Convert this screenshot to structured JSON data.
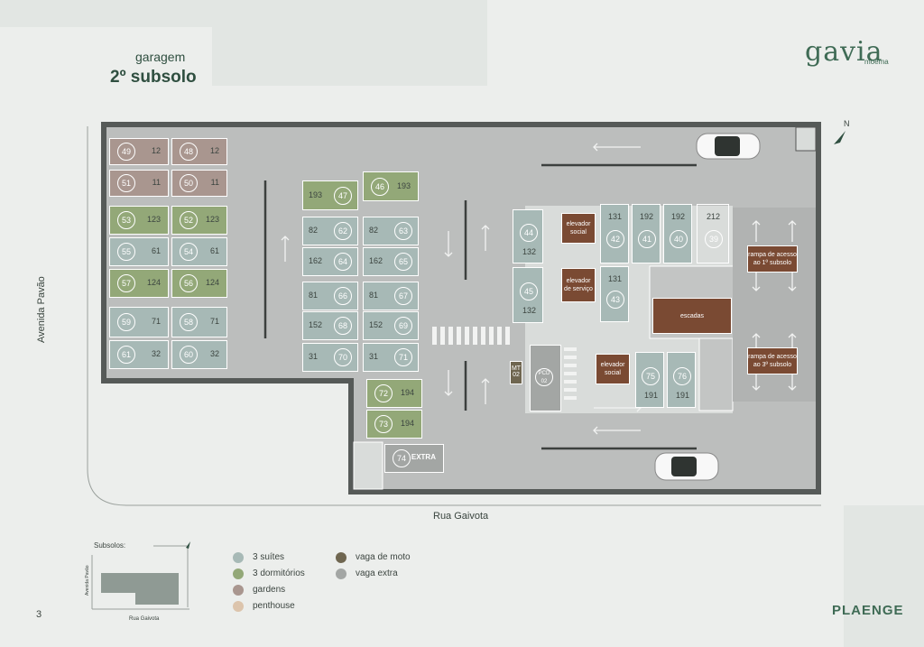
{
  "header": {
    "title_small": "garagem",
    "title_big": "2º subsolo"
  },
  "brand": {
    "logo": "gavia",
    "logo_sub": "moema",
    "company": "PLAENGE"
  },
  "streets": {
    "left": "Avenida Pavão",
    "bottom": "Rua Gaivota"
  },
  "page_number": "3",
  "colors": {
    "suite": "#a7b9b6",
    "dorm": "#93a878",
    "garden": "#a9968f",
    "penthouse": "#dcc4ac",
    "moto": "#6f6650",
    "extra": "#a3a6a4",
    "service": "#7a4a33"
  },
  "spots": [
    {
      "num": "49",
      "area": "12",
      "type": "garden"
    },
    {
      "num": "48",
      "area": "12",
      "type": "garden"
    },
    {
      "num": "51",
      "area": "11",
      "type": "garden"
    },
    {
      "num": "50",
      "area": "11",
      "type": "garden"
    },
    {
      "num": "53",
      "area": "123",
      "type": "dorm"
    },
    {
      "num": "52",
      "area": "123",
      "type": "dorm"
    },
    {
      "num": "55",
      "area": "61",
      "type": "suite"
    },
    {
      "num": "54",
      "area": "61",
      "type": "suite"
    },
    {
      "num": "57",
      "area": "124",
      "type": "dorm"
    },
    {
      "num": "56",
      "area": "124",
      "type": "dorm"
    },
    {
      "num": "59",
      "area": "71",
      "type": "suite"
    },
    {
      "num": "58",
      "area": "71",
      "type": "suite"
    },
    {
      "num": "61",
      "area": "32",
      "type": "suite"
    },
    {
      "num": "60",
      "area": "32",
      "type": "suite"
    },
    {
      "num": "47",
      "area": "193",
      "type": "dorm"
    },
    {
      "num": "46",
      "area": "193",
      "type": "dorm"
    },
    {
      "num": "62",
      "area": "82",
      "type": "suite"
    },
    {
      "num": "63",
      "area": "82",
      "type": "suite"
    },
    {
      "num": "64",
      "area": "162",
      "type": "suite"
    },
    {
      "num": "65",
      "area": "162",
      "type": "suite"
    },
    {
      "num": "66",
      "area": "81",
      "type": "suite"
    },
    {
      "num": "67",
      "area": "81",
      "type": "suite"
    },
    {
      "num": "68",
      "area": "152",
      "type": "suite"
    },
    {
      "num": "69",
      "area": "152",
      "type": "suite"
    },
    {
      "num": "70",
      "area": "31",
      "type": "suite"
    },
    {
      "num": "71",
      "area": "31",
      "type": "suite"
    },
    {
      "num": "72",
      "area": "194",
      "type": "dorm"
    },
    {
      "num": "73",
      "area": "194",
      "type": "dorm"
    },
    {
      "num": "74",
      "area": "EXTRA",
      "type": "extra"
    },
    {
      "num": "44",
      "area": "132",
      "type": "suite"
    },
    {
      "num": "45",
      "area": "132",
      "type": "suite"
    },
    {
      "num": "42",
      "area": "131",
      "type": "suite"
    },
    {
      "num": "41",
      "area": "192",
      "type": "suite"
    },
    {
      "num": "40",
      "area": "192",
      "type": "suite"
    },
    {
      "num": "39",
      "area": "212",
      "type": "penthouse"
    },
    {
      "num": "43",
      "area": "131",
      "type": "suite"
    },
    {
      "num": "75",
      "area": "191",
      "type": "suite"
    },
    {
      "num": "76",
      "area": "191",
      "type": "suite"
    }
  ],
  "special": {
    "moto": "MT 02",
    "pcd": "PCD 02",
    "elevador_social_1": "elevador social",
    "elevador_servico": "elevador de serviço",
    "elevador_social_2": "elevador social",
    "escadas": "escadas",
    "rampa_1": "rampa de acesso ao 1º subsolo",
    "rampa_3": "rampa de acesso ao 3º subsolo"
  },
  "legend": {
    "items": [
      {
        "label": "3 suítes",
        "color": "#a7b9b6"
      },
      {
        "label": "3 dormitórios",
        "color": "#93a878"
      },
      {
        "label": "gardens",
        "color": "#a9968f"
      },
      {
        "label": "penthouse",
        "color": "#dcc4ac"
      },
      {
        "label": "vaga de moto",
        "color": "#6f6650"
      },
      {
        "label": "vaga extra",
        "color": "#a3a6a4"
      }
    ]
  },
  "minimap": {
    "title": "Subsolos:",
    "left_street": "Avenida Pavão",
    "bottom_street": "Rua Gaivota"
  },
  "compass": "N"
}
